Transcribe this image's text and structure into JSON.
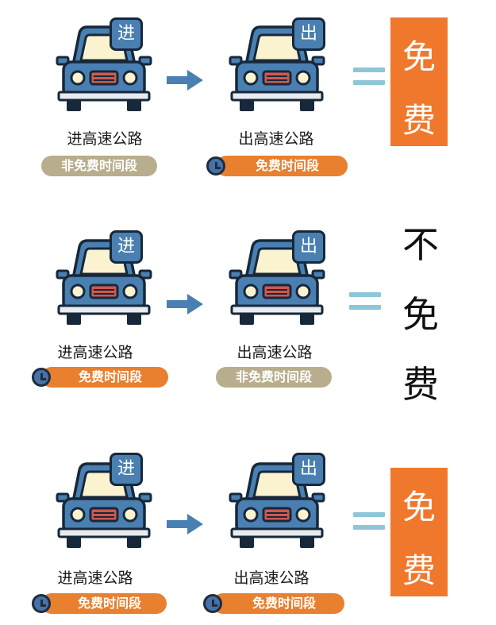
{
  "badges": {
    "enter": "进",
    "exit": "出"
  },
  "rows": [
    {
      "enter_label": "进高速公路",
      "enter_period": "非免费时间段",
      "exit_label": "出高速公路",
      "exit_period": "免费时间段",
      "result": [
        "免",
        "费"
      ]
    },
    {
      "enter_label": "进高速公路",
      "enter_period": "免费时间段",
      "exit_label": "出高速公路",
      "exit_period": "非免费时间段",
      "result": [
        "不",
        "免",
        "费"
      ]
    },
    {
      "enter_label": "进高速公路",
      "enter_period": "免费时间段",
      "exit_label": "出高速公路",
      "exit_period": "免费时间段",
      "result": [
        "免",
        "费"
      ]
    }
  ],
  "colors": {
    "car_body": "#4a7fb1",
    "outline": "#16283a",
    "arrow": "#4a7fb1",
    "equals": "#8cc6d8",
    "free_pill": "#e8802f",
    "non_free_pill": "#b8ad8c",
    "result_box": "#f0782c"
  },
  "icons": [
    "car-icon",
    "arrow-right-icon",
    "equals-icon",
    "clock-icon"
  ]
}
